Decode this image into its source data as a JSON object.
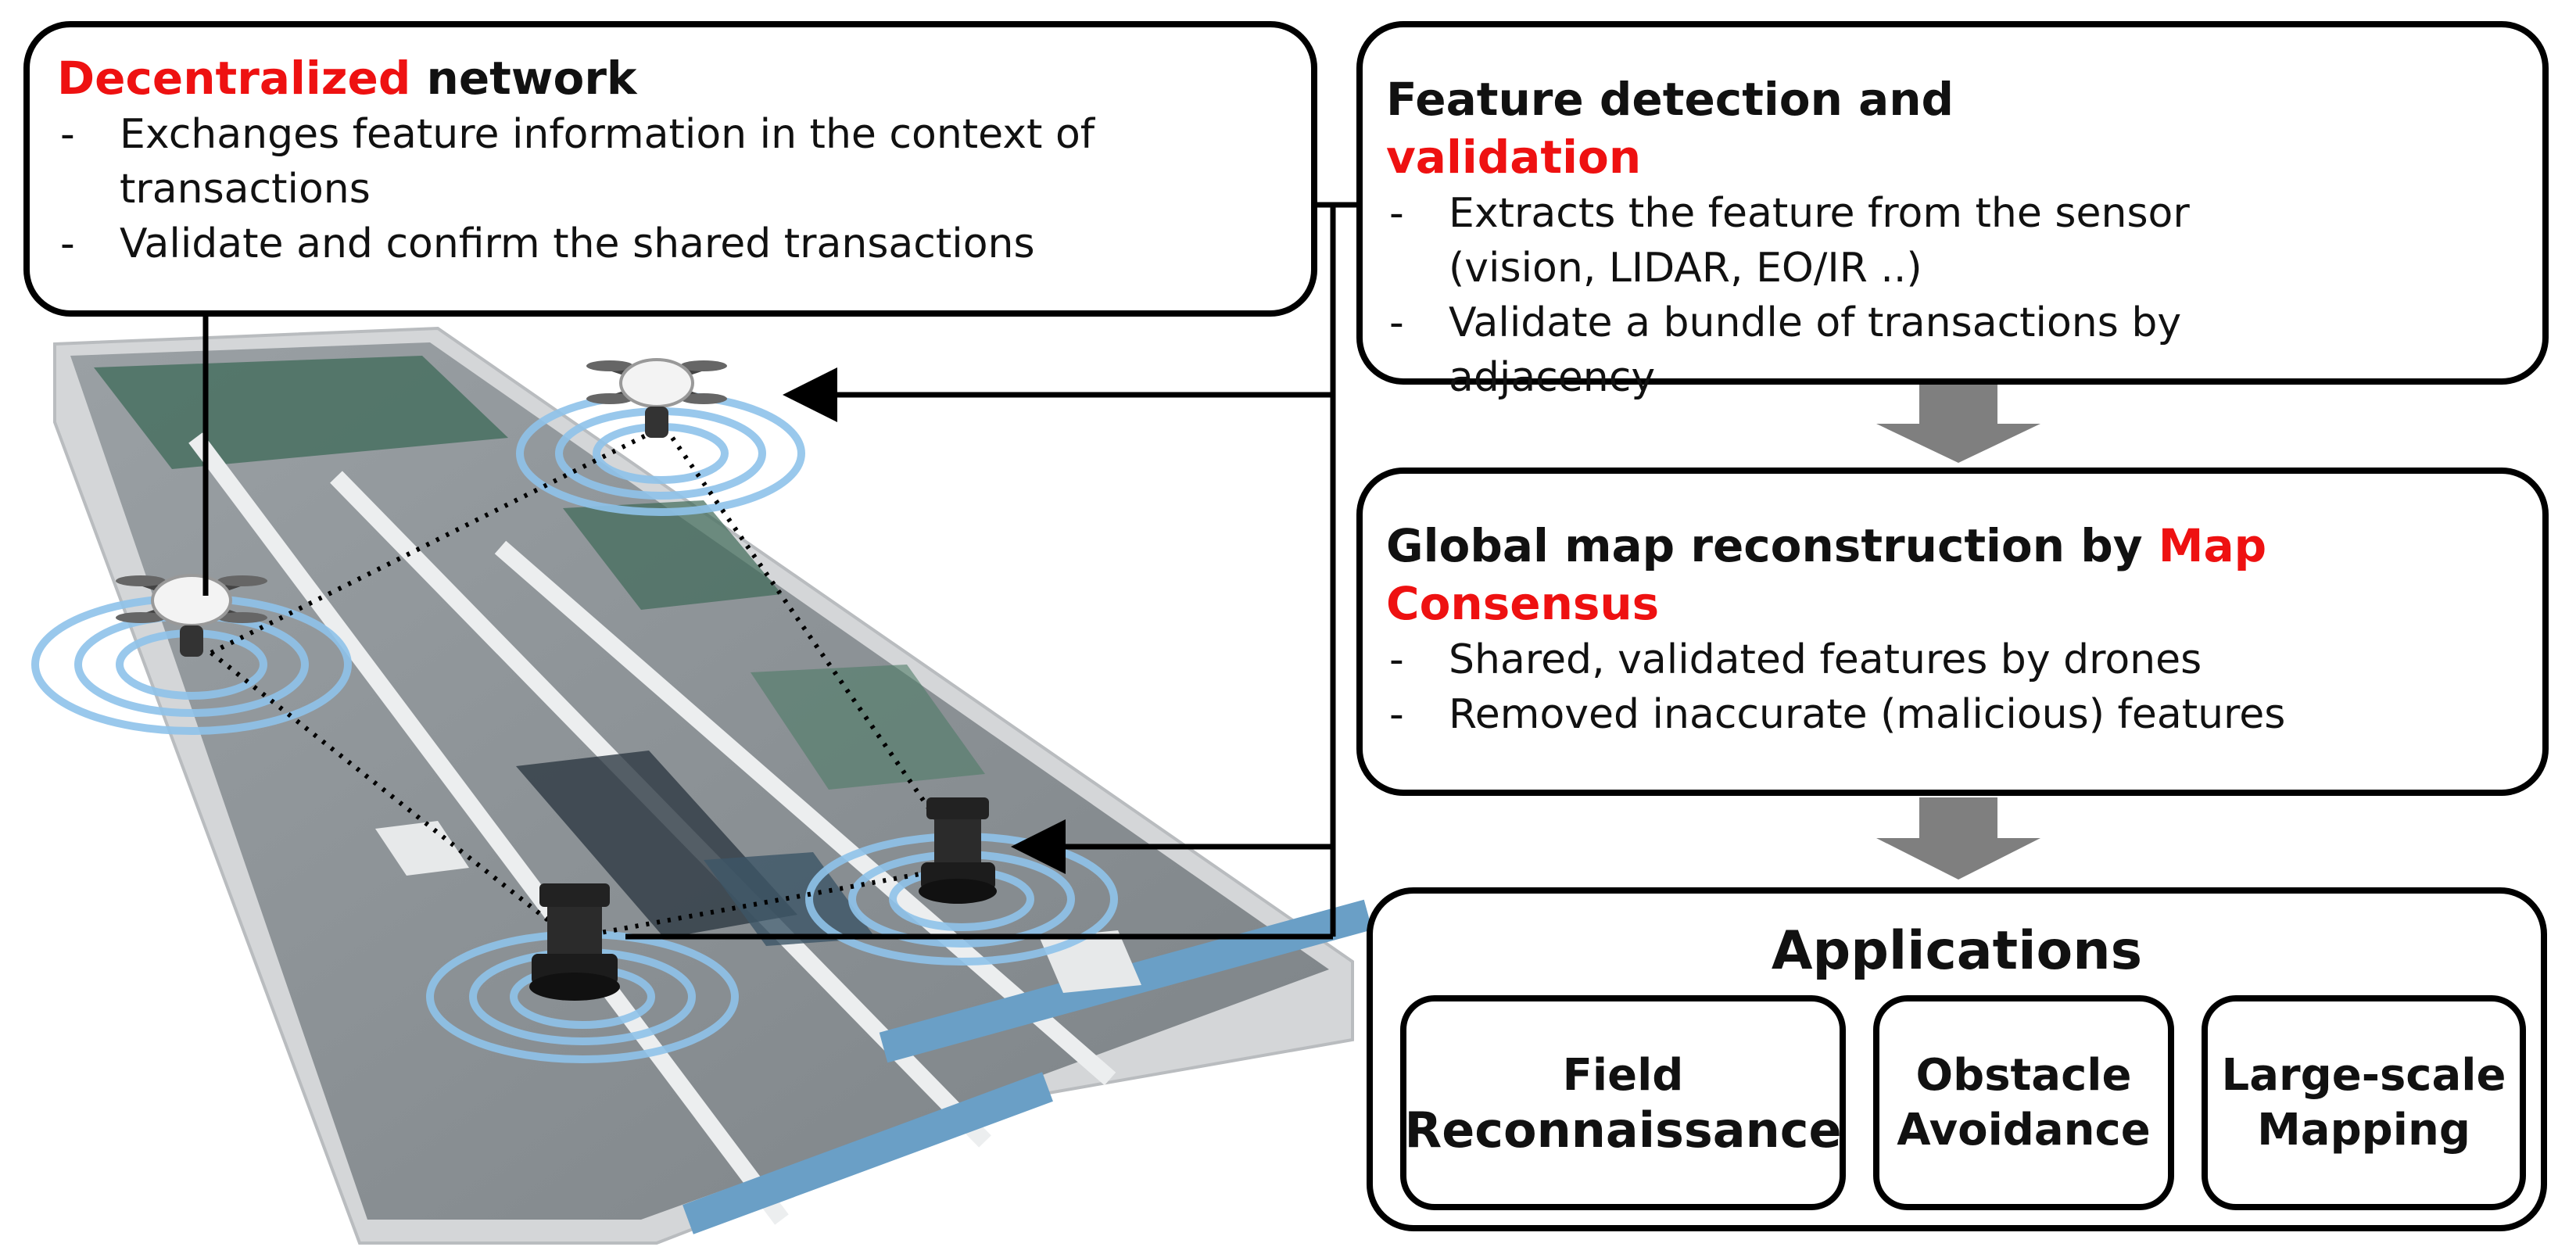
{
  "decentralized": {
    "title_highlight": "Decentralized",
    "title_rest": " network",
    "bullets": [
      "Exchanges feature information in the context of transactions",
      "Validate and confirm the shared transactions"
    ]
  },
  "detection": {
    "title_plain": "Feature detection and ",
    "title_highlight": "validation",
    "bullets": [
      "Extracts the feature from the sensor (vision, LIDAR, EO/IR ..)",
      "Validate a bundle of transactions by adjacency"
    ]
  },
  "reconstruction": {
    "title_plain": "Global map reconstruction by ",
    "title_highlight": "Map Consensus",
    "bullets": [
      "Shared, validated features by drones",
      "Removed inaccurate (malicious) features"
    ]
  },
  "applications": {
    "title": "Applications",
    "items": [
      {
        "line1": "Field",
        "line2": "Reconnaissance"
      },
      {
        "line1": "Obstacle",
        "line2": "Avoidance"
      },
      {
        "line1": "Large-scale",
        "line2": "Mapping"
      }
    ]
  },
  "colors": {
    "highlight": "#ee1111",
    "signal_rings": "#8fc3ea",
    "floor": "#8c9094",
    "flow_arrow": "#7f7f7f"
  }
}
